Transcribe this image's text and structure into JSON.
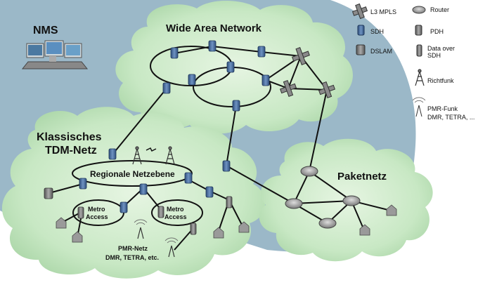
{
  "labels": {
    "nms": "NMS",
    "wan": "Wide Area Network",
    "tdm_line1": "Klassisches",
    "tdm_line2": "TDM-Netz",
    "regional": "Regionale Netzebene",
    "metro1_line1": "Metro",
    "metro1_line2": "Access",
    "metro2_line1": "Metro",
    "metro2_line2": "Access",
    "paket": "Paketnetz",
    "pmr_line1": "PMR-Netz",
    "pmr_line2": "DMR, TETRA, etc."
  },
  "legend": {
    "l3mpls": "L3 MPLS",
    "router": "Router",
    "sdh": "SDH",
    "pdh": "PDH",
    "dslam": "DSLAM",
    "data_sdh_line1": "Data over",
    "data_sdh_line2": "SDH",
    "richtfunk": "Richtfunk",
    "pmr_line1": "PMR-Funk",
    "pmr_line2": "DMR, TETRA, ..."
  },
  "colors": {
    "background_region": "#9bb8c8",
    "cloud_fill": "#c8e8c4",
    "cloud_edge": "#a8d4a4",
    "device_blue": "#4a6d9c",
    "line": "#111111"
  }
}
